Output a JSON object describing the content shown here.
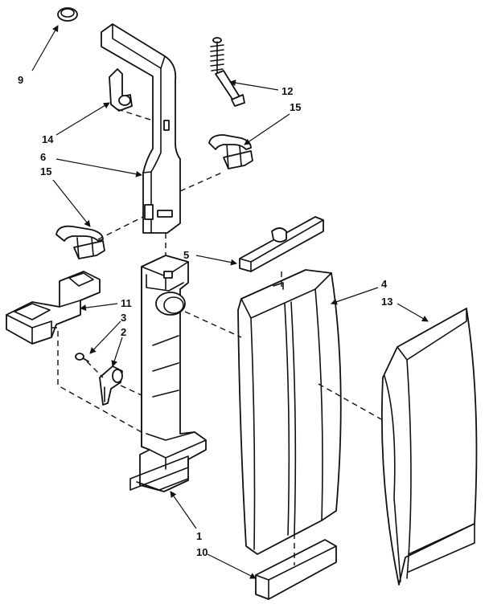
{
  "callouts": [
    {
      "id": "1",
      "label": "1"
    },
    {
      "id": "2",
      "label": "2"
    },
    {
      "id": "3",
      "label": "3"
    },
    {
      "id": "4",
      "label": "4"
    },
    {
      "id": "5",
      "label": "5"
    },
    {
      "id": "6",
      "label": "6"
    },
    {
      "id": "9",
      "label": "9"
    },
    {
      "id": "10",
      "label": "10"
    },
    {
      "id": "11",
      "label": "11"
    },
    {
      "id": "12",
      "label": "12"
    },
    {
      "id": "13",
      "label": "13"
    },
    {
      "id": "14",
      "label": "14"
    },
    {
      "id": "15a",
      "label": "15"
    },
    {
      "id": "15b",
      "label": "15"
    }
  ]
}
